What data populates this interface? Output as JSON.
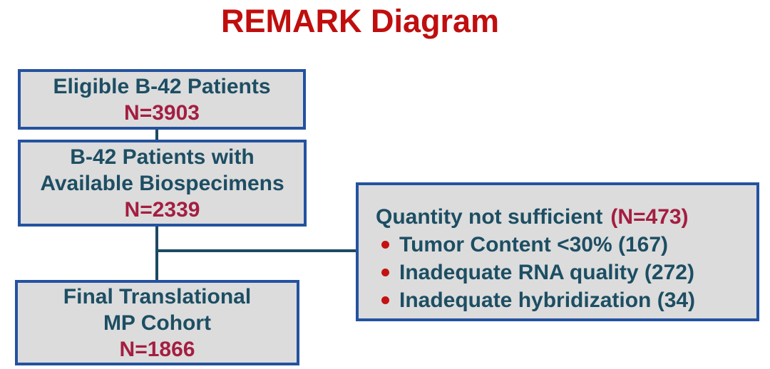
{
  "title": "REMARK Diagram",
  "colors": {
    "title_red": "#C00E0E",
    "count_crimson": "#A41E41",
    "text_teal": "#1D4E63",
    "box_border_blue": "#2452A0",
    "box_background": "#DCDCDC",
    "connector_teal": "#1C4A60",
    "bullet_red": "#C41212",
    "page_background": "#FFFFFF"
  },
  "flow_boxes": [
    {
      "name": "eligible-patients",
      "lines": [
        "Eligible B-42 Patients"
      ],
      "count": "N=3903"
    },
    {
      "name": "available-biospecimens",
      "lines": [
        "B-42 Patients with",
        "Available Biospecimens"
      ],
      "count": "N=2339"
    },
    {
      "name": "final-mp-cohort",
      "lines": [
        "Final Translational",
        "MP Cohort"
      ],
      "count": "N=1866"
    }
  ],
  "exclusion_box": {
    "heading": "Quantity not sufficient",
    "count": "(N=473)",
    "bullets": [
      "Tumor Content <30% (167)",
      "Inadequate RNA quality (272)",
      "Inadequate hybridization (34)"
    ]
  }
}
